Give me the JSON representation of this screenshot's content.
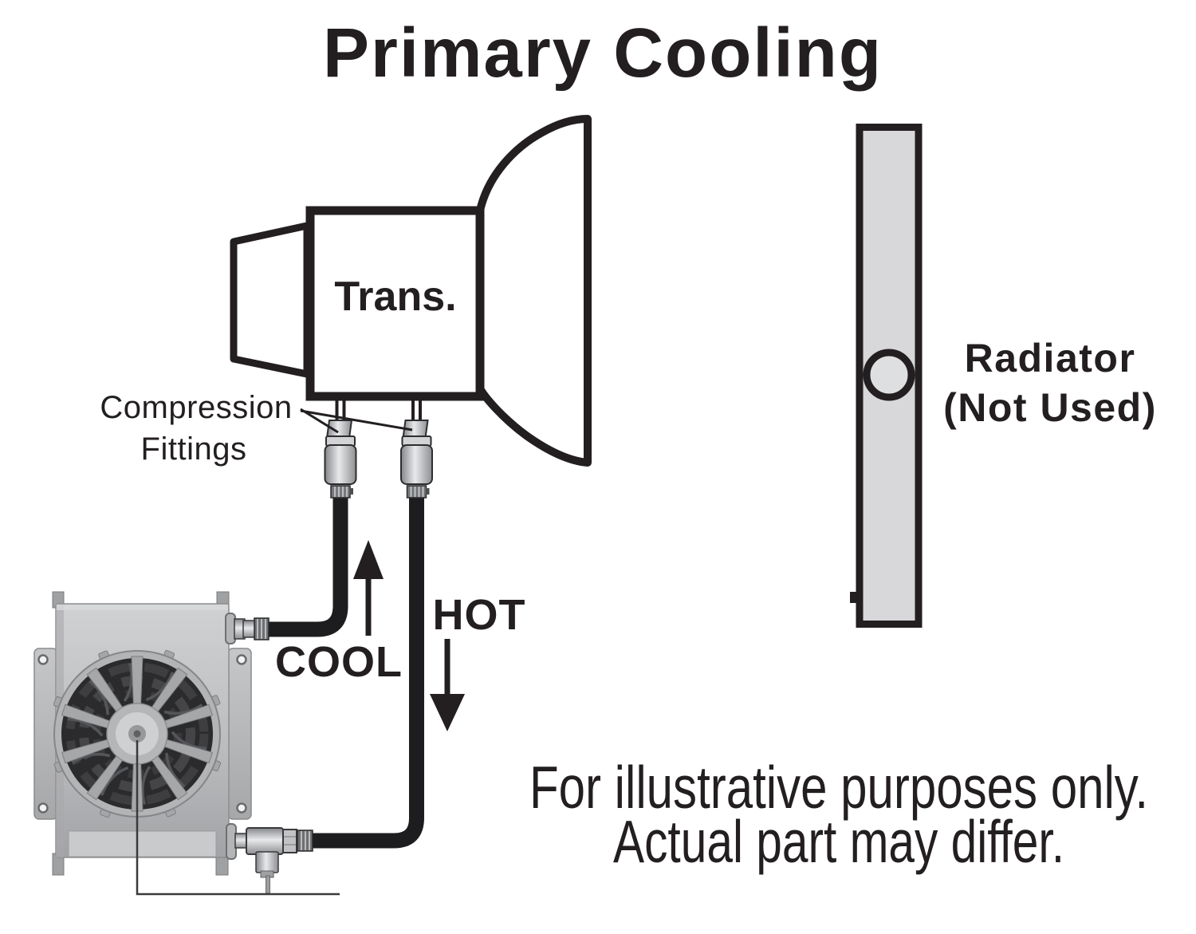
{
  "title": "Primary Cooling",
  "transmission": {
    "label": "Trans."
  },
  "compression_fittings": {
    "line1": "Compression",
    "line2": "Fittings"
  },
  "flow": {
    "cool": "COOL",
    "hot": "HOT"
  },
  "radiator": {
    "line1": "Radiator",
    "line2": "(Not Used)"
  },
  "footnote": {
    "line1": "For illustrative purposes only.",
    "line2": "Actual part may differ."
  },
  "colors": {
    "ink": "#231f20",
    "hose_black": "#1d1d1f",
    "metal_light": "#e8e9eb",
    "metal_mid": "#b4b5b7",
    "metal_dark": "#8a8b8d",
    "cooler_body_light": "#d0d1d3",
    "cooler_body_dark": "#a2a3a6",
    "fan_dark": "#2b2b2d",
    "radiator_fill": "#d8d8da"
  }
}
